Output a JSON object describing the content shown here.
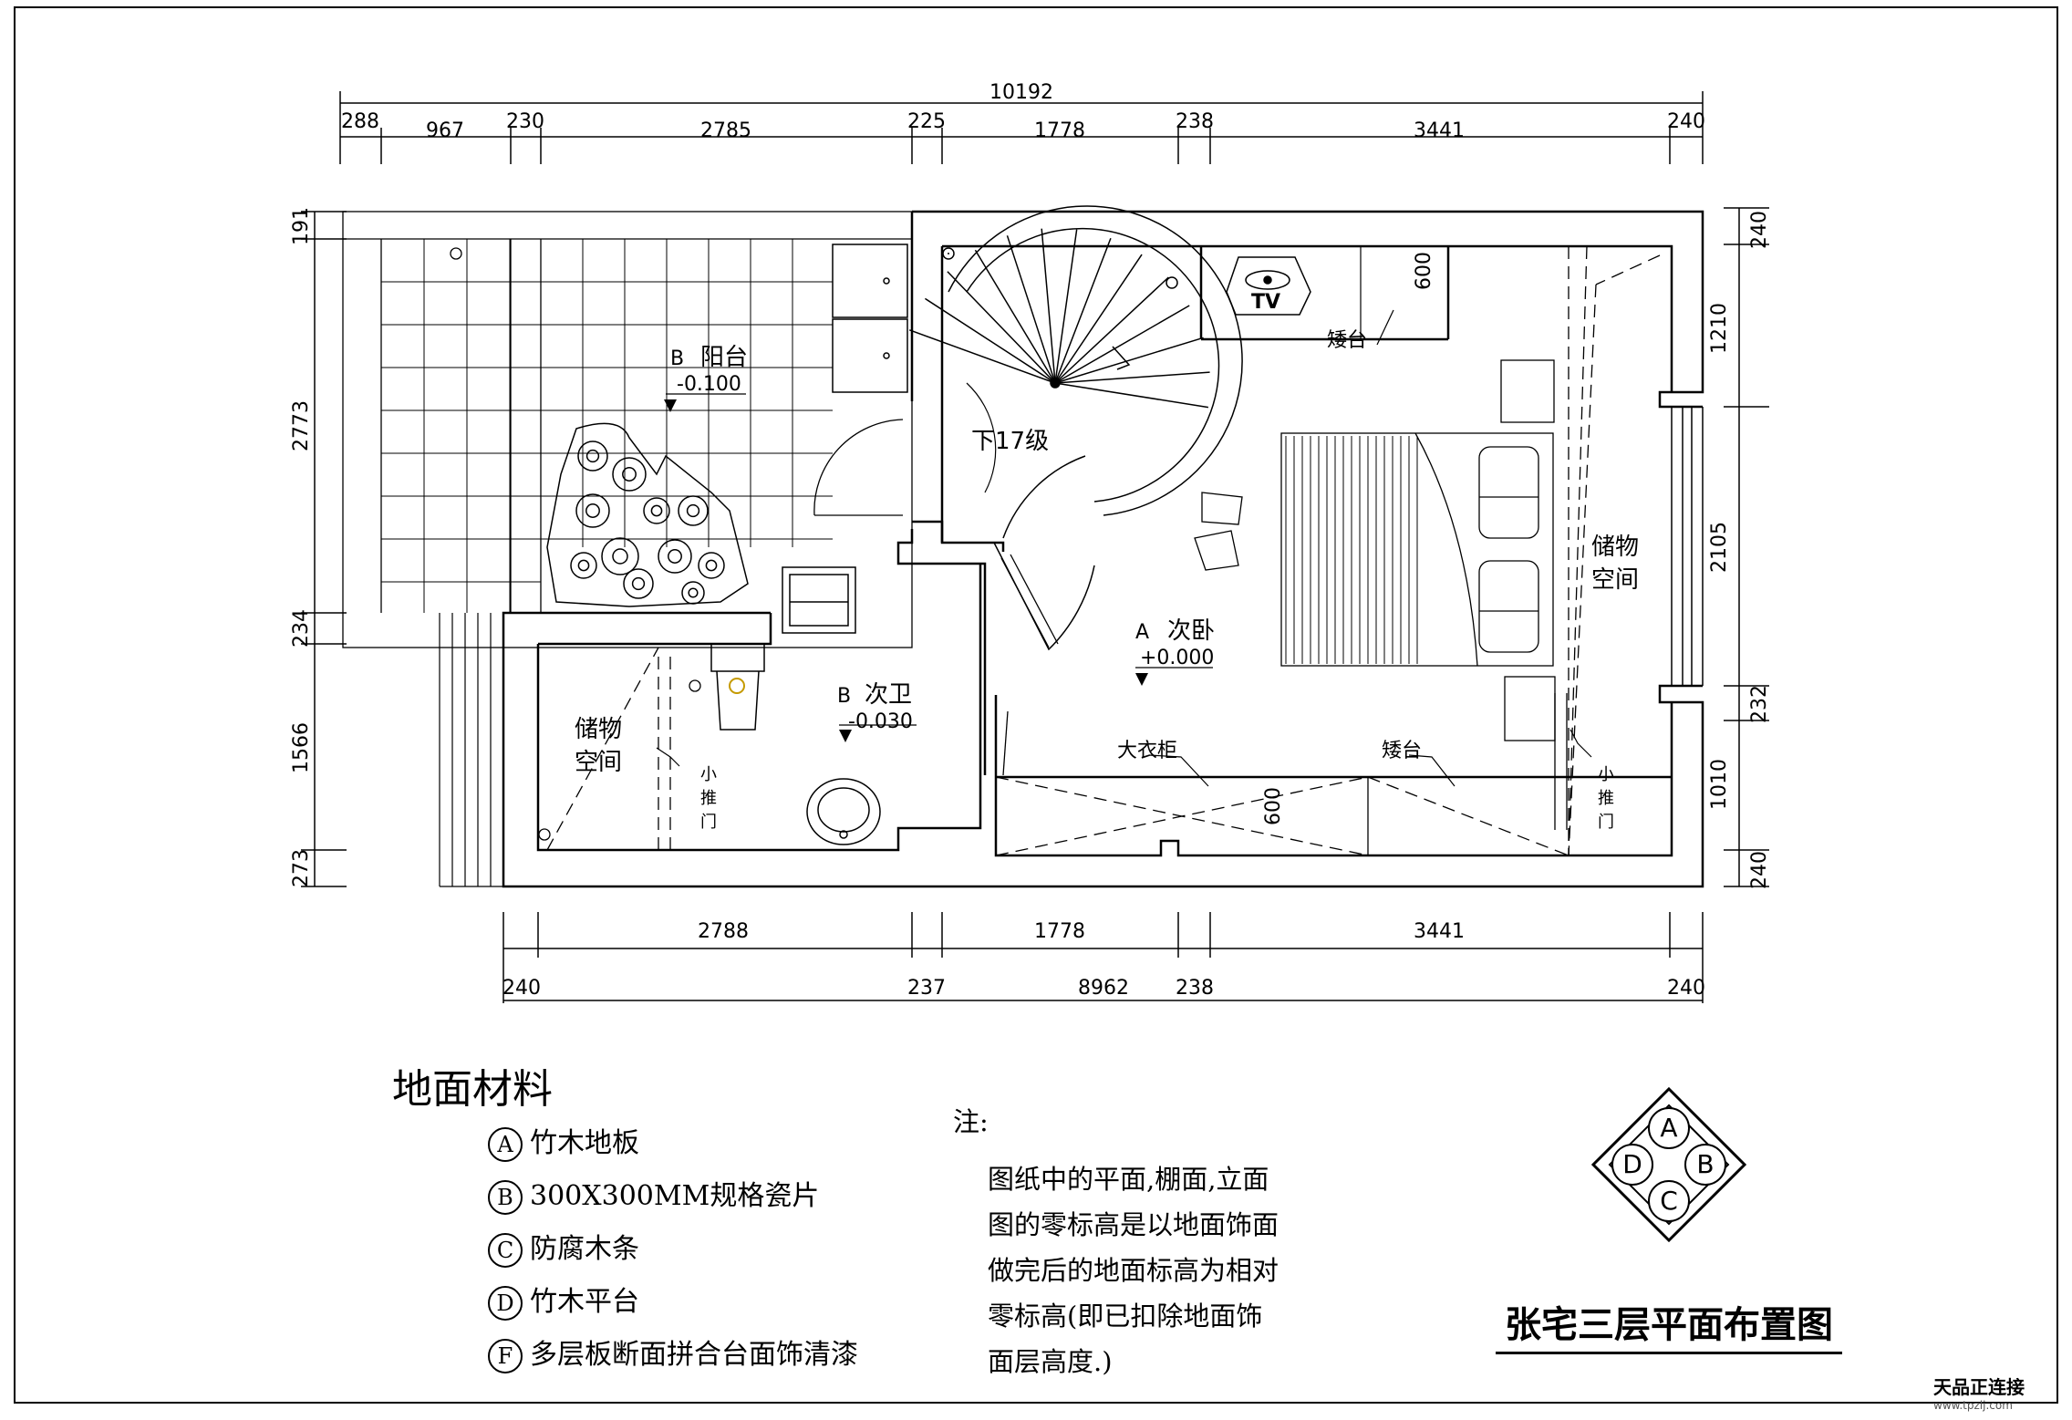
{
  "dims_top": {
    "total": "10192",
    "segments": [
      "288",
      "967",
      "230",
      "2785",
      "225",
      "1778",
      "238",
      "3441",
      "240"
    ]
  },
  "dims_left": [
    "191",
    "2773",
    "234",
    "1566",
    "273"
  ],
  "dims_right": [
    "240",
    "1210",
    "2105",
    "232",
    "1010",
    "240"
  ],
  "dims_bottom": {
    "upper": [
      "2788",
      "1778",
      "3441"
    ],
    "lower": [
      "240",
      "237",
      "8962",
      "238",
      "240"
    ]
  },
  "rooms": {
    "balcony": {
      "code": "B",
      "name": "阳台",
      "level": "-0.100"
    },
    "bath": {
      "code": "B",
      "name": "次卫",
      "level": "-0.030"
    },
    "bedroom": {
      "code": "A",
      "name": "次卧",
      "level": "+0.000"
    },
    "storage_left": "储物\n空间",
    "storage_right": "储物\n空间",
    "stair": "下17级",
    "tv": "TV",
    "low_table_top": "矮台",
    "low_table_bottom": "矮台",
    "wardrobe": "大衣柜",
    "sliding_door": "小\n推\n门",
    "dim600": "600"
  },
  "legend": {
    "title": "地面材料",
    "items": [
      {
        "code": "A",
        "text": "竹木地板"
      },
      {
        "code": "B",
        "text": "300X300MM规格瓷片"
      },
      {
        "code": "C",
        "text": "防腐木条"
      },
      {
        "code": "D",
        "text": "竹木平台"
      },
      {
        "code": "F",
        "text": "多层板断面拼合台面饰清漆"
      }
    ]
  },
  "note": {
    "label": "注:",
    "lines": [
      "图纸中的平面,棚面,立面",
      "图的零标高是以地面饰面",
      "做完后的地面标高为相对",
      "零标高(即已扣除地面饰",
      "面层高度.)"
    ]
  },
  "compass": [
    "A",
    "B",
    "C",
    "D"
  ],
  "drawing_title": "张宅三层平面布置图",
  "watermark": {
    "name": "天品正连接",
    "url": "www.tpzlj.com"
  }
}
